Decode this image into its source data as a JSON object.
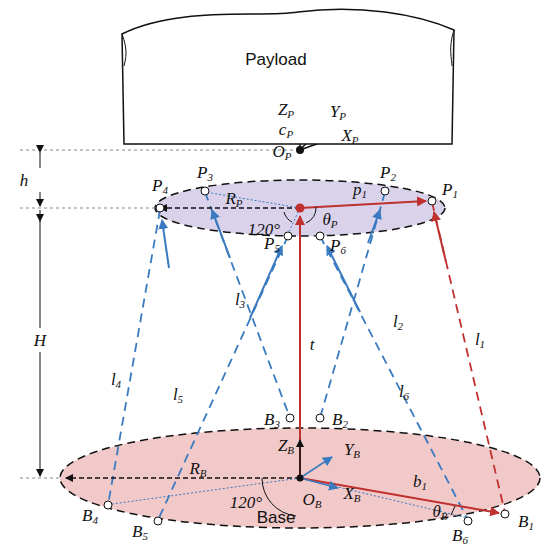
{
  "diagram": {
    "nodes": [
      {
        "text": [
          "Payload"
        ]
      },
      {
        "text": [
          "Base"
        ]
      }
    ],
    "labels": [
      "ZP",
      "YP",
      "XP",
      "cP",
      "OP",
      "p1",
      "h",
      "P4",
      "P3",
      "RP",
      "P2",
      "P1",
      "120°",
      "θP",
      "P5",
      "P6",
      "H",
      "l4",
      "l3",
      "l2",
      "l1",
      "l5",
      "l6",
      "t",
      "B3",
      "B2",
      "ZB",
      "YB",
      "RB",
      "OB",
      "XB",
      "b1",
      "θB",
      "120°",
      "B4",
      "B5",
      "B6",
      "B1"
    ]
  }
}
